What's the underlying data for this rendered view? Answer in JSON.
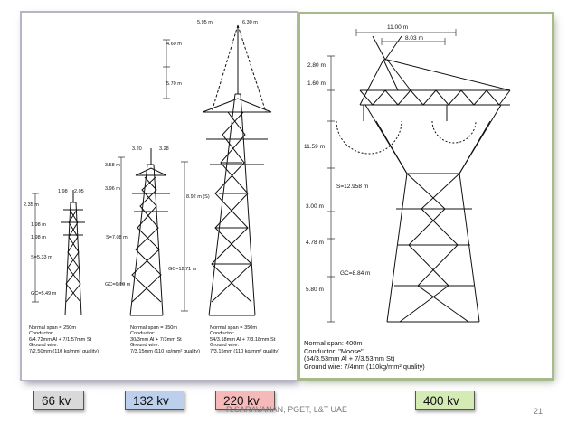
{
  "slide": {
    "footer": "R.SARAVANAN, PGET, L&T UAE",
    "page_number": "21"
  },
  "tower_66": {
    "label": "66 kv",
    "color": "#d9d9d9",
    "dims": [
      "1.98",
      "2.05",
      "2.35 m",
      "1.98 m",
      "1.98 m",
      "S=5.33 m",
      "GC=5.49 m"
    ],
    "notes": [
      "Normal span = 250m",
      "Conductor:",
      "6/4.72mm Al + 7/1.57mm St",
      "Ground wire:",
      "7/2.50mm (110 kg/mm² quality)"
    ]
  },
  "tower_132": {
    "label": "132 kv",
    "color": "#bcd0ee",
    "dims": [
      "3.20",
      "3.28",
      "3.58 m",
      "3.96 m",
      "S=7.08 m",
      "GC=6.10 m"
    ],
    "notes": [
      "Normal span = 350m",
      "Conductor:",
      "30/3mm Al + 7/3mm St",
      "Ground wire:",
      "7/3.15mm (110 kg/mm² quality)"
    ]
  },
  "tower_220": {
    "label": "220 kv",
    "color": "#f5b9b9",
    "dims": [
      "5.95 m",
      "6.30 m",
      "4.60 m",
      "5.70 m",
      "8.92 m (S)",
      "GC=12.71 m"
    ],
    "notes": [
      "Normal span = 350m",
      "Conductor:",
      "54/3.18mm Al + 7/3.18mm St",
      "Ground wire:",
      "7/3.15mm (110 kg/mm² quality)"
    ]
  },
  "tower_400": {
    "label": "400 kv",
    "color": "#d4ebb3",
    "dims": [
      "11.00 m",
      "8.03 m",
      "2.80 m",
      "1.60 m",
      "11.59 m",
      "S=12.958 m",
      "3.00 m",
      "4.78 m",
      "GC=8.84 m",
      "5.80 m"
    ],
    "notes": [
      "Normal span: 400m",
      "Conductor: \"Moose\"",
      "(54/3.53mm Al + 7/3.53mm St)",
      "Ground wire: 7/4mm (110kg/mm² quality)"
    ]
  }
}
